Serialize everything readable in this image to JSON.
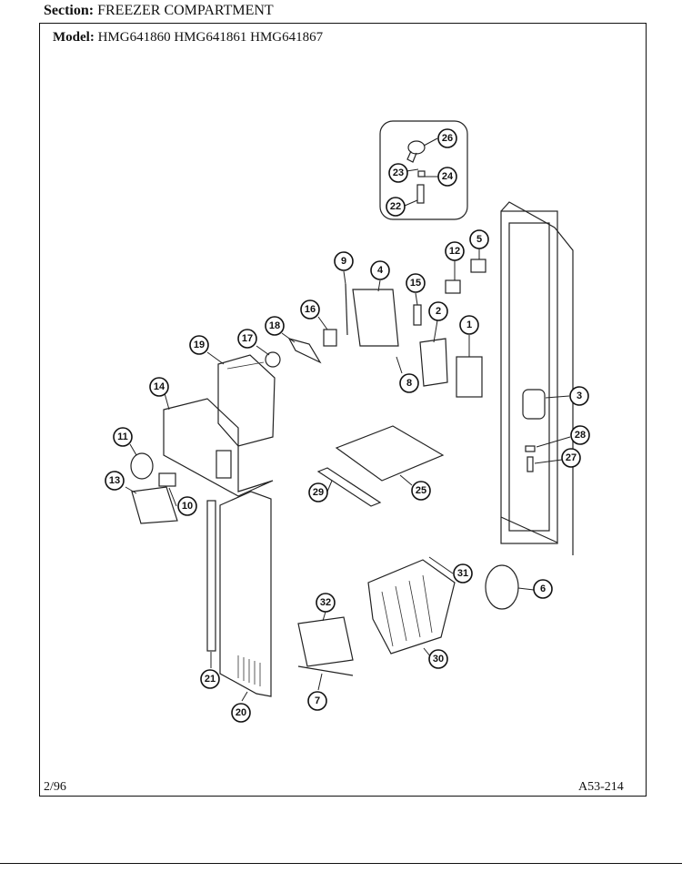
{
  "header": {
    "section_label": "Section:",
    "section_value": "FREEZER COMPARTMENT",
    "model_label": "Model:",
    "models": [
      "HMG641860",
      "HMG641861",
      "HMG641867"
    ]
  },
  "footer": {
    "date": "2/96",
    "page_code": "A53-214"
  },
  "callouts": [
    "26",
    "23",
    "24",
    "22",
    "12",
    "5",
    "9",
    "4",
    "15",
    "16",
    "2",
    "1",
    "18",
    "17",
    "19",
    "8",
    "3",
    "14",
    "28",
    "11",
    "27",
    "13",
    "29",
    "25",
    "10",
    "31",
    "6",
    "32",
    "30",
    "21",
    "7",
    "20"
  ]
}
